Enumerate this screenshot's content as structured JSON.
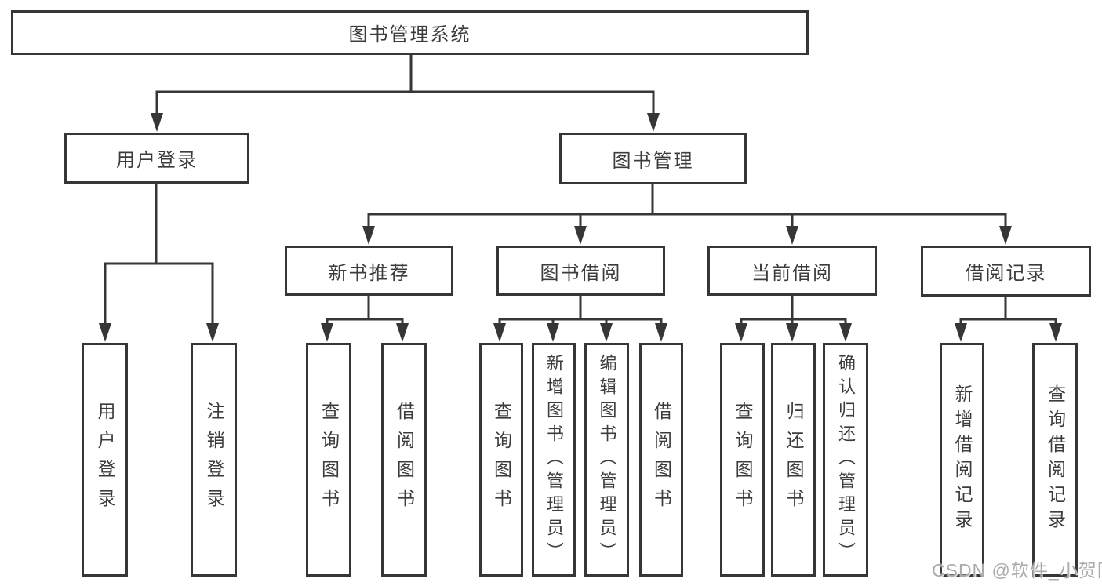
{
  "tree": {
    "label": "图书管理系统",
    "children": [
      {
        "label": "用户登录",
        "children": [
          {
            "label": "用户登录"
          },
          {
            "label": "注销登录"
          }
        ]
      },
      {
        "label": "图书管理",
        "children": [
          {
            "label": "新书推荐",
            "children": [
              {
                "label": "查询图书"
              },
              {
                "label": "借阅图书"
              }
            ]
          },
          {
            "label": "图书借阅",
            "children": [
              {
                "label": "查询图书"
              },
              {
                "label": "新增图书（管理员）"
              },
              {
                "label": "编辑图书（管理员）"
              },
              {
                "label": "借阅图书"
              }
            ]
          },
          {
            "label": "当前借阅",
            "children": [
              {
                "label": "查询图书"
              },
              {
                "label": "归还图书"
              },
              {
                "label": "确认归还（管理员）"
              }
            ]
          },
          {
            "label": "借阅记录",
            "children": [
              {
                "label": "新增借阅记录"
              },
              {
                "label": "查询借阅记录"
              }
            ]
          }
        ]
      }
    ]
  },
  "watermark": "CSDN @软件_小贺同学",
  "colors": {
    "line": "#363636",
    "text": "#3c3c3c",
    "watermark": "#ababab",
    "background": "#ffffff"
  }
}
